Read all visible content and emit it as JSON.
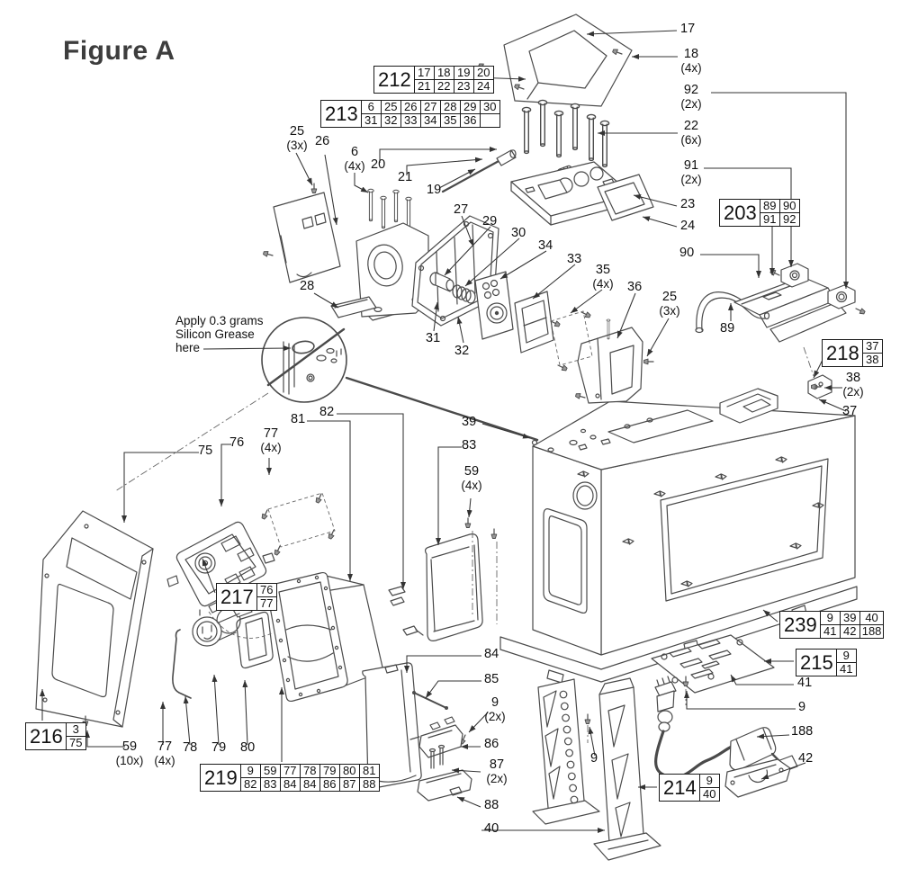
{
  "figure": {
    "title": "Figure A"
  },
  "note": {
    "line1": "Apply 0.3 grams",
    "line2": "Silicon Grease",
    "line3": "here"
  },
  "colors": {
    "line_color": "#4a4a4a",
    "leader_color": "#333333",
    "text_color": "#111111",
    "title_color": "#3d3d3d"
  },
  "callouts": {
    "c212": {
      "id": "212",
      "rows": [
        [
          "17",
          "18",
          "19",
          "20"
        ],
        [
          "21",
          "22",
          "23",
          "24"
        ]
      ]
    },
    "c213": {
      "id": "213",
      "rows": [
        [
          "6",
          "25",
          "26",
          "27",
          "28",
          "29",
          "30"
        ],
        [
          "31",
          "32",
          "33",
          "34",
          "35",
          "36",
          ""
        ]
      ]
    },
    "c203": {
      "id": "203",
      "rows": [
        [
          "89",
          "90"
        ],
        [
          "91",
          "92"
        ]
      ]
    },
    "c218": {
      "id": "218",
      "rows": [
        [
          "37"
        ],
        [
          "38"
        ]
      ]
    },
    "c217": {
      "id": "217",
      "rows": [
        [
          "76"
        ],
        [
          "77"
        ]
      ]
    },
    "c239": {
      "id": "239",
      "rows": [
        [
          "9",
          "39",
          "40"
        ],
        [
          "41",
          "42",
          "188"
        ]
      ]
    },
    "c215": {
      "id": "215",
      "rows": [
        [
          "9"
        ],
        [
          "41"
        ]
      ]
    },
    "c216": {
      "id": "216",
      "rows": [
        [
          "3"
        ],
        [
          "75"
        ]
      ]
    },
    "c219": {
      "id": "219",
      "rows": [
        [
          "9",
          "59",
          "77",
          "78",
          "79",
          "80",
          "81"
        ],
        [
          "82",
          "83",
          "84",
          "84",
          "86",
          "87",
          "88"
        ]
      ]
    },
    "c214": {
      "id": "214",
      "rows": [
        [
          "9"
        ],
        [
          "40"
        ]
      ]
    }
  },
  "labels": {
    "l17": {
      "n": "17"
    },
    "l18": {
      "n": "18",
      "q": "(4x)"
    },
    "l92": {
      "n": "92",
      "q": "(2x)"
    },
    "l22": {
      "n": "22",
      "q": "(6x)"
    },
    "l91": {
      "n": "91",
      "q": "(2x)"
    },
    "l23": {
      "n": "23"
    },
    "l24": {
      "n": "24"
    },
    "l90": {
      "n": "90"
    },
    "l89": {
      "n": "89"
    },
    "l25a": {
      "n": "25",
      "q": "(3x)"
    },
    "l26": {
      "n": "26"
    },
    "l6": {
      "n": "6",
      "q": "(4x)"
    },
    "l20": {
      "n": "20"
    },
    "l21": {
      "n": "21"
    },
    "l19": {
      "n": "19"
    },
    "l27": {
      "n": "27"
    },
    "l29": {
      "n": "29"
    },
    "l30": {
      "n": "30"
    },
    "l34": {
      "n": "34"
    },
    "l33": {
      "n": "33"
    },
    "l35": {
      "n": "35",
      "q": "(4x)"
    },
    "l36": {
      "n": "36"
    },
    "l25b": {
      "n": "25",
      "q": "(3x)"
    },
    "l28": {
      "n": "28"
    },
    "l31": {
      "n": "31"
    },
    "l32": {
      "n": "32"
    },
    "l37": {
      "n": "37"
    },
    "l38": {
      "n": "38",
      "q": "(2x)"
    },
    "l39": {
      "n": "39"
    },
    "l75": {
      "n": "75"
    },
    "l76": {
      "n": "76"
    },
    "l77a": {
      "n": "77",
      "q": "(4x)"
    },
    "l81": {
      "n": "81"
    },
    "l82": {
      "n": "82"
    },
    "l83": {
      "n": "83"
    },
    "l59a": {
      "n": "59",
      "q": "(4x)"
    },
    "l59b": {
      "n": "59",
      "q": "(10x)"
    },
    "l77b": {
      "n": "77",
      "q": "(4x)"
    },
    "l78": {
      "n": "78"
    },
    "l79": {
      "n": "79"
    },
    "l80": {
      "n": "80"
    },
    "l84": {
      "n": "84"
    },
    "l85": {
      "n": "85"
    },
    "l9a": {
      "n": "9",
      "q": "(2x)"
    },
    "l86": {
      "n": "86"
    },
    "l87": {
      "n": "87",
      "q": "(2x)"
    },
    "l88": {
      "n": "88"
    },
    "l40": {
      "n": "40"
    },
    "l9b": {
      "n": "9"
    },
    "l9c": {
      "n": "9"
    },
    "l41": {
      "n": "41"
    },
    "l188": {
      "n": "188"
    },
    "l42": {
      "n": "42"
    }
  }
}
